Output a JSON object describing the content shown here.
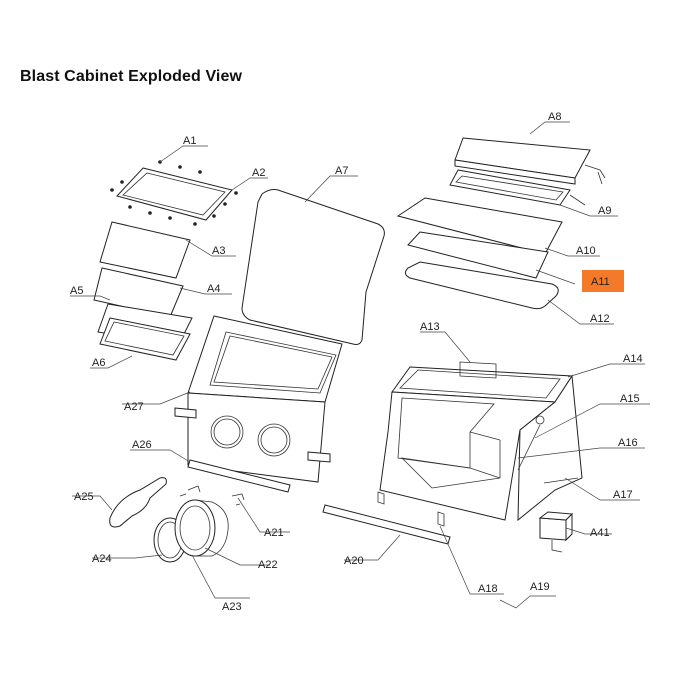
{
  "title": "Blast Cabinet Exploded View",
  "highlight_color": "#F47A2A",
  "labels": {
    "A1": "A1",
    "A2": "A2",
    "A3": "A3",
    "A4": "A4",
    "A5": "A5",
    "A6": "A6",
    "A7": "A7",
    "A8": "A8",
    "A9": "A9",
    "A10": "A10",
    "A11": "A11",
    "A12": "A12",
    "A13": "A13",
    "A14": "A14",
    "A15": "A15",
    "A16": "A16",
    "A17": "A17",
    "A18": "A18",
    "A19": "A19",
    "A20": "A20",
    "A21": "A21",
    "A22": "A22",
    "A23": "A23",
    "A24": "A24",
    "A25": "A25",
    "A26": "A26",
    "A27": "A27",
    "A41": "A41"
  },
  "highlighted_label": "A11"
}
